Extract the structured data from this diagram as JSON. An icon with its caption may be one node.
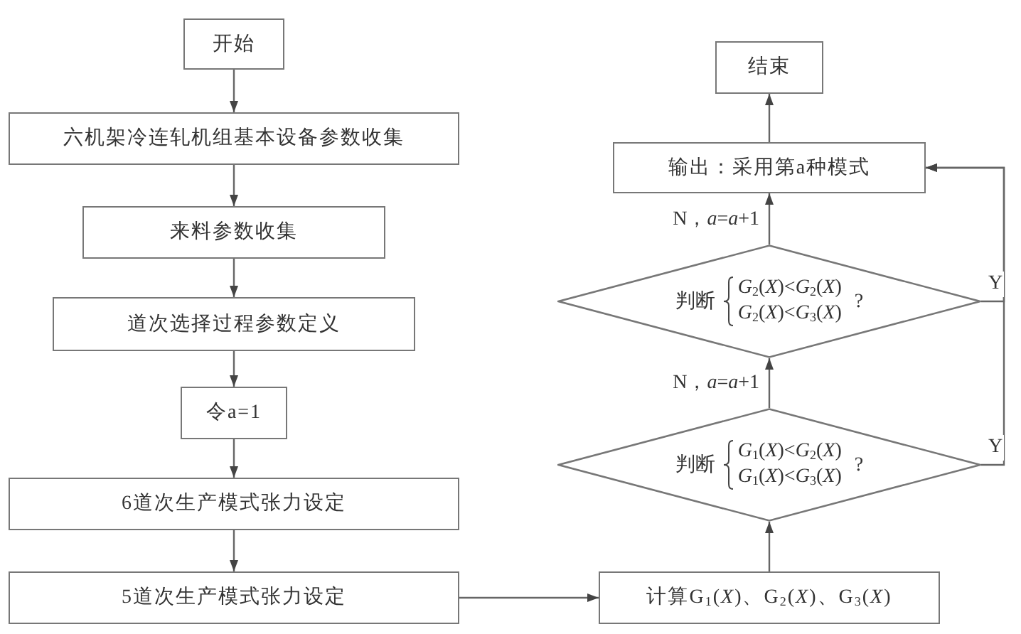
{
  "diagram": {
    "nodes": [
      {
        "text": [
          "开始"
        ]
      },
      {
        "text": [
          "六机架冷连轧机组基本设备参数收集"
        ]
      },
      {
        "text": [
          "来料参数收集"
        ]
      },
      {
        "text": [
          "道次选择过程参数定义"
        ]
      },
      {
        "text": [
          "令a=1"
        ]
      },
      {
        "text": [
          "6道次生产模式张力设定"
        ]
      },
      {
        "text": [
          "5道次生产模式张力设定"
        ]
      },
      {
        "text": [
          "计算G$_{1}$(*X*)、G$_{2}$(*X*)、G$_{3}$(*X*)"
        ]
      },
      {
        "text": [
          "判断",
          "*G*$_{1}$(*X*)<*G*$_{2}$(*X*)",
          "*G*$_{1}$(*X*)<*G*$_{3}$(*X*)",
          "?"
        ]
      },
      {
        "text": [
          "判断",
          "*G*$_{2}$(*X*)<*G*$_{2}$(*X*)",
          "*G*$_{2}$(*X*)<*G*$_{3}$(*X*)",
          "?"
        ]
      },
      {
        "text": [
          "输出：采用第a种模式"
        ]
      },
      {
        "text": [
          "结束"
        ]
      }
    ],
    "edges": [
      {
        "from": 0,
        "to": 1,
        "arrow": "to"
      },
      {
        "from": 1,
        "to": 2,
        "arrow": "to"
      },
      {
        "from": 2,
        "to": 3,
        "arrow": "to"
      },
      {
        "from": 3,
        "to": 4,
        "arrow": "to"
      },
      {
        "from": 4,
        "to": 5,
        "arrow": "to"
      },
      {
        "from": 5,
        "to": 6,
        "arrow": "to"
      },
      {
        "from": 6,
        "to": 7,
        "arrow": "to"
      },
      {
        "from": 7,
        "to": 8,
        "arrow": "to"
      },
      {
        "from": 8,
        "to": 9,
        "arrow": "to",
        "label": "N，*a*=*a*+1"
      },
      {
        "from": 8,
        "to": 10,
        "arrow": "to",
        "label": "Y"
      },
      {
        "from": 9,
        "to": 10,
        "arrow": "to",
        "label": "N，*a*=*a*+1"
      },
      {
        "from": 9,
        "to": 10,
        "arrow": "to",
        "label": "Y"
      },
      {
        "from": 10,
        "to": 11,
        "arrow": "to"
      }
    ]
  }
}
